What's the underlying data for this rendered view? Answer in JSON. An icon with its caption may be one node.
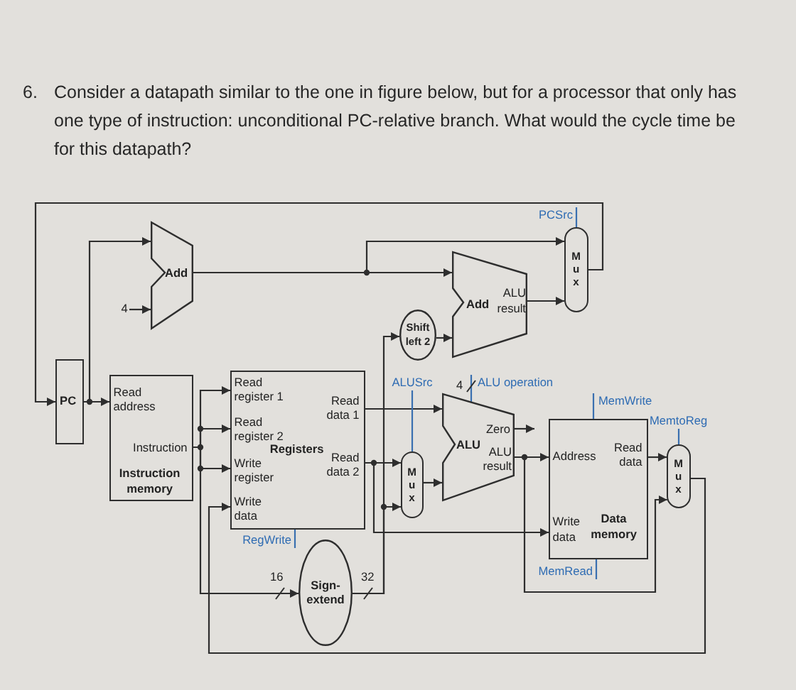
{
  "diagram": {
    "title": "Consider a datapath similar to the one in figure below, but for a processor that only has one type of instruction: unconditional PC-relative branch. What would the cycle time be for this datapath?",
    "nodes": [
      {
        "text": [
          "PC"
        ]
      },
      {
        "text": [
          "4"
        ]
      },
      {
        "text": [
          "Add"
        ]
      },
      {
        "text": [
          "Read address",
          "Instruction",
          "Instruction memory"
        ]
      },
      {
        "text": [
          "Read register 1",
          "Read data 1",
          "Read register 2",
          "Registers",
          "Write register",
          "Read data 2",
          "Write data"
        ]
      },
      {
        "text": [
          "Sign-extend"
        ]
      },
      {
        "text": [
          "Shift left 2"
        ]
      },
      {
        "text": [
          "Add",
          "ALU result"
        ]
      },
      {
        "text": [
          "PCSrc"
        ]
      },
      {
        "text": [
          "M u x"
        ]
      },
      {
        "text": [
          "ALUSrc"
        ]
      },
      {
        "text": [
          "M u x"
        ]
      },
      {
        "text": [
          "ALU operation"
        ]
      },
      {
        "text": [
          "Zero",
          "ALU",
          "ALU result"
        ]
      },
      {
        "text": [
          "MemWrite"
        ]
      },
      {
        "text": [
          "MemRead"
        ]
      },
      {
        "text": [
          "Address",
          "Read data",
          "Write data",
          "Data memory"
        ]
      },
      {
        "text": [
          "MemtoReg"
        ]
      },
      {
        "text": [
          "M u x"
        ]
      },
      {
        "text": [
          "RegWrite"
        ]
      }
    ],
    "edges": [
      {
        "from": 9,
        "to": 0,
        "arrow": "to"
      },
      {
        "from": 0,
        "to": 3,
        "arrow": "to"
      },
      {
        "from": 0,
        "to": 2,
        "arrow": "to"
      },
      {
        "from": 1,
        "to": 2,
        "arrow": "to"
      },
      {
        "from": 2,
        "to": 9,
        "arrow": "to"
      },
      {
        "from": 2,
        "to": 7,
        "arrow": "to"
      },
      {
        "from": 3,
        "to": 4,
        "arrow": "to"
      },
      {
        "from": 3,
        "to": 4,
        "arrow": "to"
      },
      {
        "from": 3,
        "to": 4,
        "arrow": "to"
      },
      {
        "from": 3,
        "to": 5,
        "arrow": "to"
      },
      {
        "from": 5,
        "to": 6,
        "arrow": "to"
      },
      {
        "from": 5,
        "to": 11,
        "arrow": "to"
      },
      {
        "from": 6,
        "to": 7,
        "arrow": "to"
      },
      {
        "from": 7,
        "to": 9,
        "arrow": "to"
      },
      {
        "from": 8,
        "to": 9,
        "arrow": "none",
        "color": "#3a6fb0"
      },
      {
        "from": 4,
        "to": 13,
        "arrow": "to"
      },
      {
        "from": 4,
        "to": 11,
        "arrow": "to"
      },
      {
        "from": 4,
        "to": 16,
        "arrow": "to"
      },
      {
        "from": 10,
        "to": 11,
        "arrow": "none",
        "color": "#3a6fb0"
      },
      {
        "from": 11,
        "to": 13,
        "arrow": "to"
      },
      {
        "from": 12,
        "to": 13,
        "arrow": "none",
        "color": "#3a6fb0"
      },
      {
        "from": 13,
        "to": null,
        "arrow": "to"
      },
      {
        "from": 13,
        "to": 16,
        "arrow": "to"
      },
      {
        "from": 13,
        "to": 18,
        "arrow": "to"
      },
      {
        "from": 14,
        "to": 16,
        "arrow": "none",
        "color": "#3a6fb0"
      },
      {
        "from": 15,
        "to": 16,
        "arrow": "none",
        "color": "#3a6fb0"
      },
      {
        "from": 16,
        "to": 18,
        "arrow": "to"
      },
      {
        "from": 17,
        "to": 18,
        "arrow": "none",
        "color": "#3a6fb0"
      },
      {
        "from": 18,
        "to": 4,
        "arrow": "to"
      },
      {
        "from": 19,
        "to": 4,
        "arrow": "none",
        "color": "#3a6fb0"
      }
    ],
    "labels": [
      "6.",
      "4",
      "16",
      "32"
    ]
  }
}
